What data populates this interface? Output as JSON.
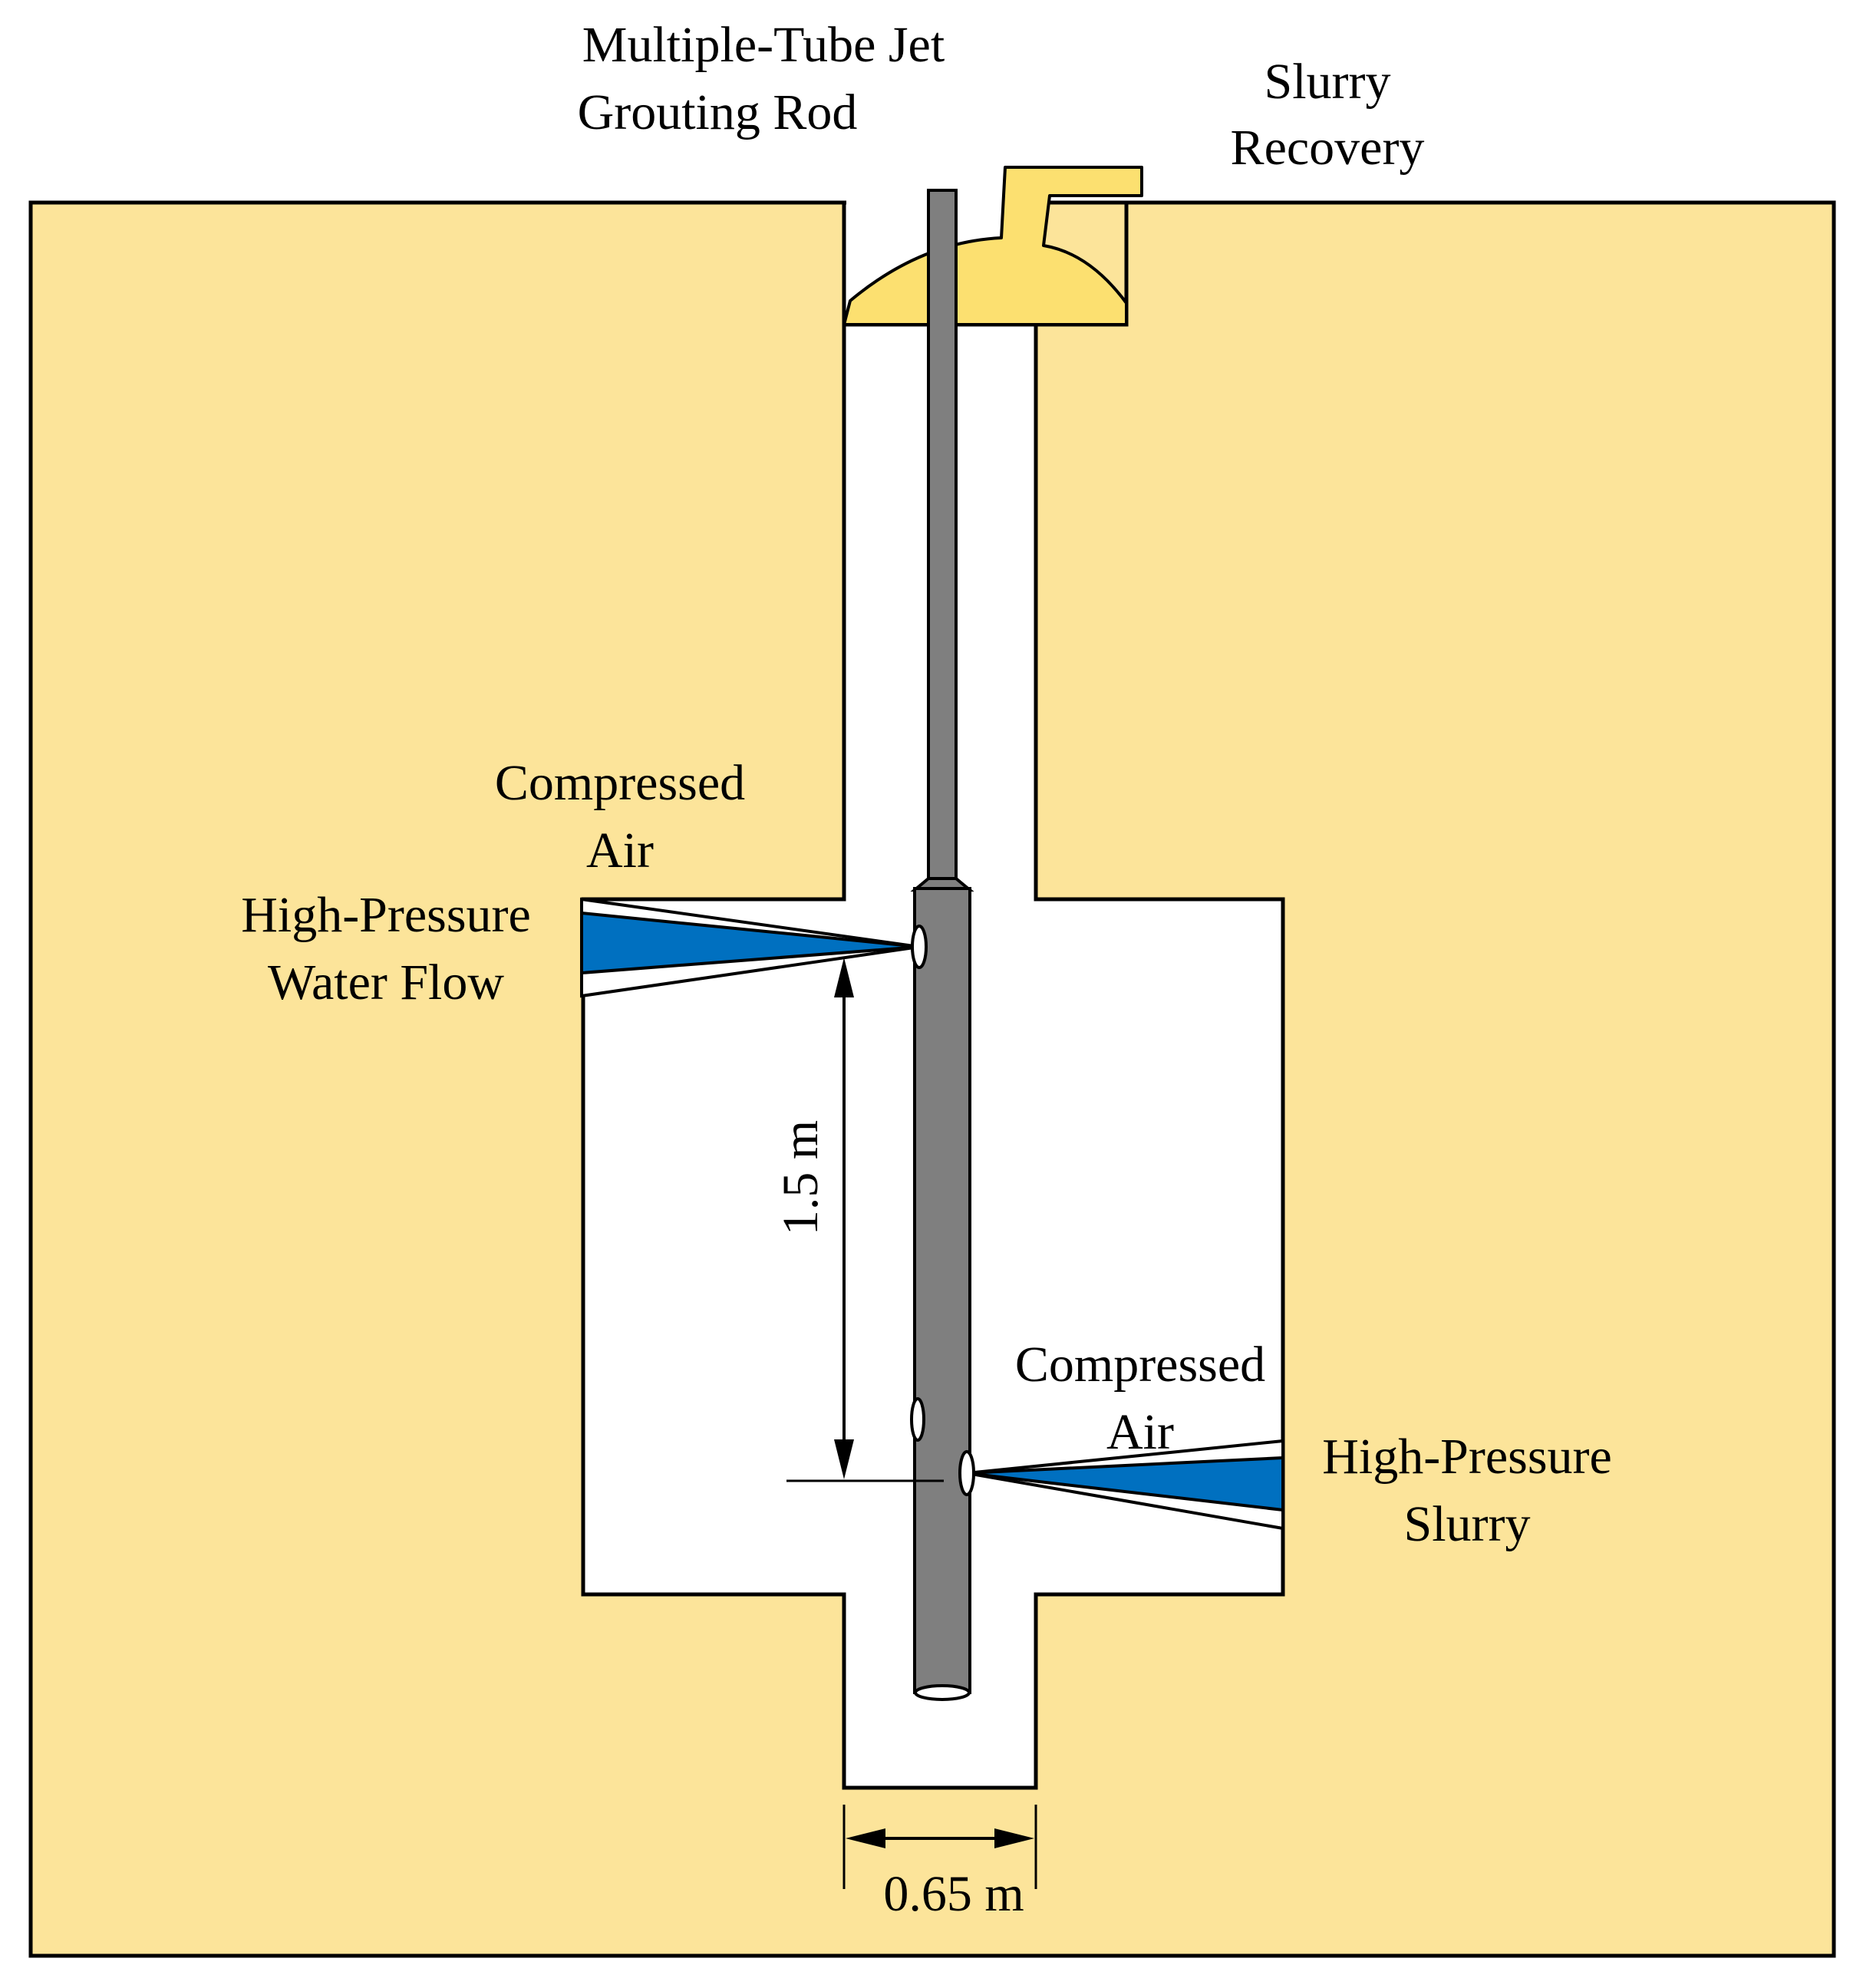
{
  "labels": {
    "rod_line1": "Multiple-Tube Jet",
    "rod_line2": "Grouting Rod",
    "slurry_recovery_line1": "Slurry",
    "slurry_recovery_line2": "Recovery",
    "air_upper_line1": "Compressed",
    "air_upper_line2": "Air",
    "water_flow_line1": "High-Pressure",
    "water_flow_line2": "Water Flow",
    "air_lower_line1": "Compressed",
    "air_lower_line2": "Air",
    "slurry_jet_line1": "High-Pressure",
    "slurry_jet_line2": "Slurry",
    "dimension_vertical": "1.5 m",
    "dimension_horizontal": "0.65 m"
  },
  "colors": {
    "soil": "#FCE49A",
    "cavity": "#FFFFFF",
    "rod": "#7F7F7F",
    "jet": "#0070C0",
    "recovery_device": "#FCE070",
    "outline": "#000000"
  }
}
